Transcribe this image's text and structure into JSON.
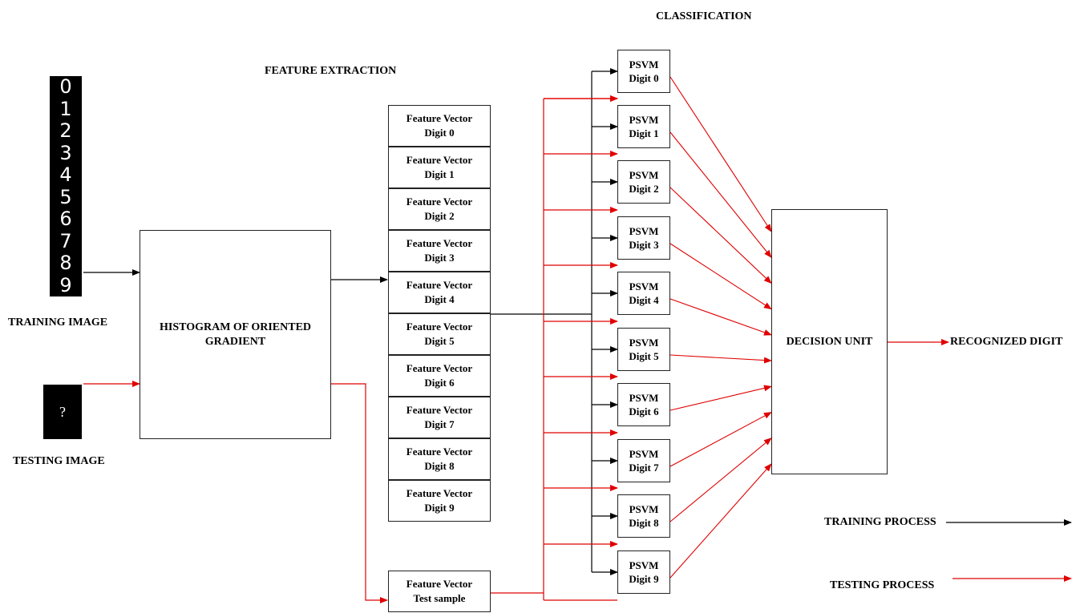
{
  "titles": {
    "classification": "CLASSIFICATION",
    "feature_extraction": "FEATURE EXTRACTION"
  },
  "training_image": {
    "label": "TRAINING IMAGE",
    "digits": [
      "0",
      "1",
      "2",
      "3",
      "4",
      "5",
      "6",
      "7",
      "8",
      "9"
    ]
  },
  "testing_image": {
    "label": "TESTING IMAGE",
    "symbol": "?"
  },
  "hog": {
    "line1": "HISTOGRAM OF ORIENTED",
    "line2": "GRADIENT"
  },
  "feature_vectors": [
    {
      "line1": "Feature Vector",
      "line2": "Digit 0"
    },
    {
      "line1": "Feature Vector",
      "line2": "Digit 1"
    },
    {
      "line1": "Feature Vector",
      "line2": "Digit 2"
    },
    {
      "line1": "Feature Vector",
      "line2": "Digit 3"
    },
    {
      "line1": "Feature Vector",
      "line2": "Digit 4"
    },
    {
      "line1": "Feature Vector",
      "line2": "Digit 5"
    },
    {
      "line1": "Feature Vector",
      "line2": "Digit 6"
    },
    {
      "line1": "Feature Vector",
      "line2": "Digit 7"
    },
    {
      "line1": "Feature Vector",
      "line2": "Digit 8"
    },
    {
      "line1": "Feature Vector",
      "line2": "Digit 9"
    }
  ],
  "test_vector": {
    "line1": "Feature Vector",
    "line2": "Test sample"
  },
  "psvms": [
    {
      "line1": "PSVM",
      "line2": "Digit 0"
    },
    {
      "line1": "PSVM",
      "line2": "Digit 1"
    },
    {
      "line1": "PSVM",
      "line2": "Digit 2"
    },
    {
      "line1": "PSVM",
      "line2": "Digit 3"
    },
    {
      "line1": "PSVM",
      "line2": "Digit 4"
    },
    {
      "line1": "PSVM",
      "line2": "Digit 5"
    },
    {
      "line1": "PSVM",
      "line2": "Digit 6"
    },
    {
      "line1": "PSVM",
      "line2": "Digit 7"
    },
    {
      "line1": "PSVM",
      "line2": "Digit 8"
    },
    {
      "line1": "PSVM",
      "line2": "Digit 9"
    }
  ],
  "decision_unit": "DECISION UNIT",
  "output": "RECOGNIZED DIGIT",
  "legend": {
    "training": "TRAINING PROCESS",
    "testing": "TESTING PROCESS"
  },
  "colors": {
    "training_arrow": "#000000",
    "testing_arrow": "#e00000",
    "box_border": "#222222"
  }
}
